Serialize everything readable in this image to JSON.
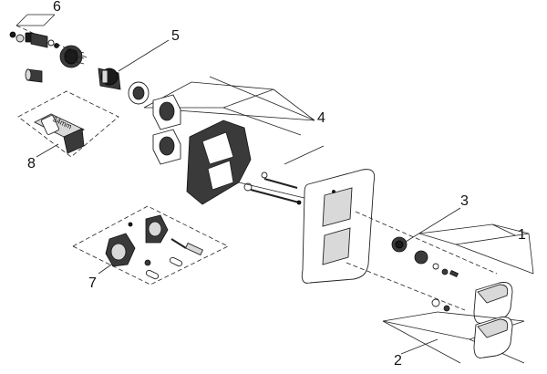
{
  "callouts": {
    "c1": "1",
    "c2": "2",
    "c3": "3",
    "c4": "4",
    "c5": "5",
    "c6": "6",
    "c7": "7",
    "c8": "8"
  },
  "cartridge_size_label": "34mm"
}
